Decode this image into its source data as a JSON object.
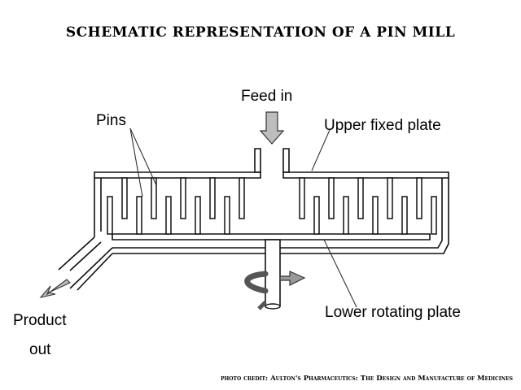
{
  "title": "SCHEMATIC REPRESENTATION OF A PIN MILL",
  "labels": {
    "feed_in": "Feed in",
    "pins": "Pins",
    "upper_fixed_plate": "Upper fixed plate",
    "lower_rotating_plate": "Lower rotating plate",
    "product_out_line1": "Product",
    "product_out_line2": "out"
  },
  "credit": "photo credit:  Aulton's Pharmaceutics: The Design and Manufacture of Medicines"
}
